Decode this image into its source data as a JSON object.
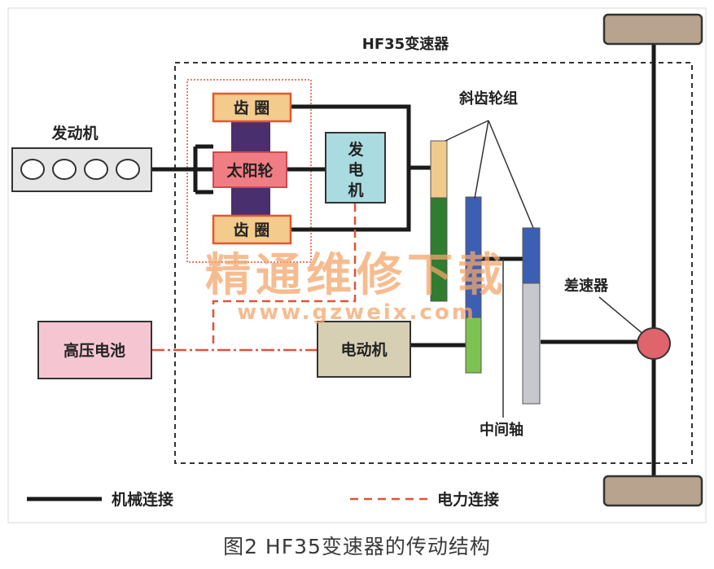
{
  "title": "HF35变速器",
  "caption": "图2 HF35变速器的传动结构",
  "components": {
    "engine": "发动机",
    "ring_gear": "齿 圈",
    "sun_gear": "太阳轮",
    "generator": "发电机",
    "battery": "高压电池",
    "motor": "电动机",
    "helical_gears": "斜齿轮组",
    "differential": "差速器",
    "countershaft": "中间轴"
  },
  "legend": {
    "mechanical": "机械连接",
    "electrical": "电力连接"
  },
  "watermark": {
    "line1": "精通维修下载",
    "line2": "www.gzweix.com"
  },
  "colors": {
    "ring_gear": "#f3cb8c",
    "ring_gear_border": "#e4562f",
    "sun_gear": "#f07d84",
    "planet": "#4a2f6e",
    "generator": "#a9dbe0",
    "battery": "#f5c6d2",
    "motor": "#d7cfb4",
    "gear_blue": "#3d5fb3",
    "gear_green": "#2f7d2f",
    "gear_lightgreen": "#7dc352",
    "gear_tan": "#f0c98c",
    "gear_gray": "#c7c7ce",
    "differential": "#e0646c",
    "wheel": "#b7a38e",
    "electrical_line": "#e0523a",
    "watermark": "#f3a56b"
  }
}
